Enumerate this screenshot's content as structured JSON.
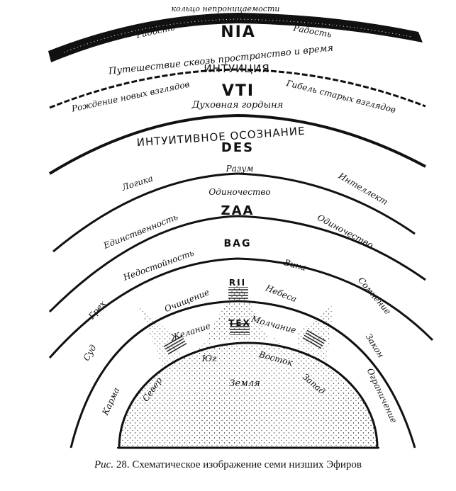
{
  "title_band": "кольцо непроницаемости",
  "ethers": {
    "nia": {
      "name": "NIA",
      "left": "Радость",
      "right": "Радость",
      "arc": "Путешествие сквозь пространство и время",
      "concept": "ИНТУИЦИЯ"
    },
    "vti": {
      "name": "VTI",
      "left": "Рождение новых взглядов",
      "right": "Гибель старых взглядов",
      "center": "Духовная гордыня",
      "concept": "ИНТУИТИВНОЕ ОСОЗНАНИЕ"
    },
    "des": {
      "name": "DES",
      "center": "Разум",
      "left": "Логика",
      "right": "Интеллект",
      "below": "Одиночество"
    },
    "zaa": {
      "name": "ZAA",
      "left": "Единственность",
      "right": "Одиночество"
    },
    "bag": {
      "name": "BAG",
      "left": "Недостойность",
      "right": "Вина",
      "outer_right": "Сомнение",
      "outer_left": "Грех"
    },
    "rii": {
      "name": "RII",
      "left": "Очищение",
      "right": "Небеса",
      "outer_right": "Закон",
      "outer_left": "Суд"
    },
    "tex": {
      "name": "TEX",
      "left": "Желание",
      "right": "Молчание",
      "outer_right": "Ограничение",
      "outer_left": "Карма"
    }
  },
  "earth": {
    "label": "Земля",
    "north": "Север",
    "south": "Юг",
    "east": "Восток",
    "west": "Запад"
  },
  "caption": {
    "prefix": "Рис.",
    "text": "28. Схематическое изображение семи низших Эфиров"
  }
}
